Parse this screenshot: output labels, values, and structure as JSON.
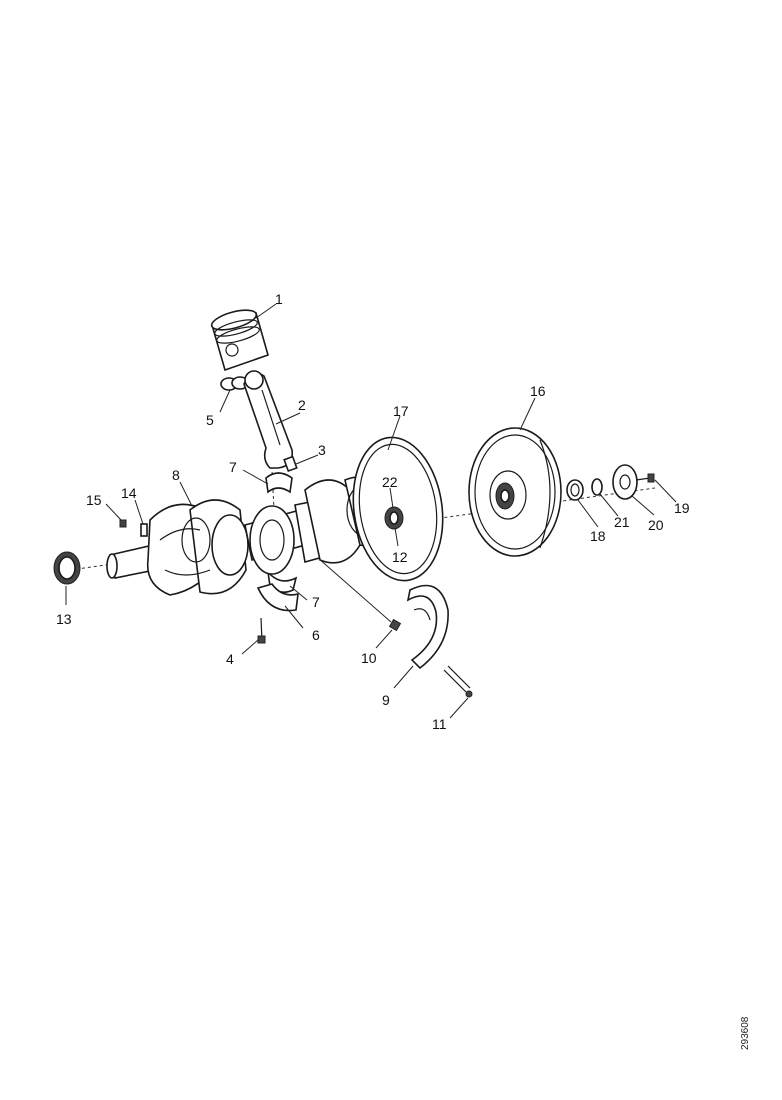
{
  "labels": {
    "c1": "1",
    "c2": "2",
    "c3": "3",
    "c4": "4",
    "c5": "5",
    "c6": "6",
    "c7a": "7",
    "c7b": "7",
    "c8": "8",
    "c9": "9",
    "c10": "10",
    "c11": "11",
    "c12": "12",
    "c13": "13",
    "c14": "14",
    "c15": "15",
    "c16": "16",
    "c17": "17",
    "c18": "18",
    "c19": "19",
    "c20": "20",
    "c21": "21",
    "c22": "22"
  },
  "reference_code": "293608"
}
